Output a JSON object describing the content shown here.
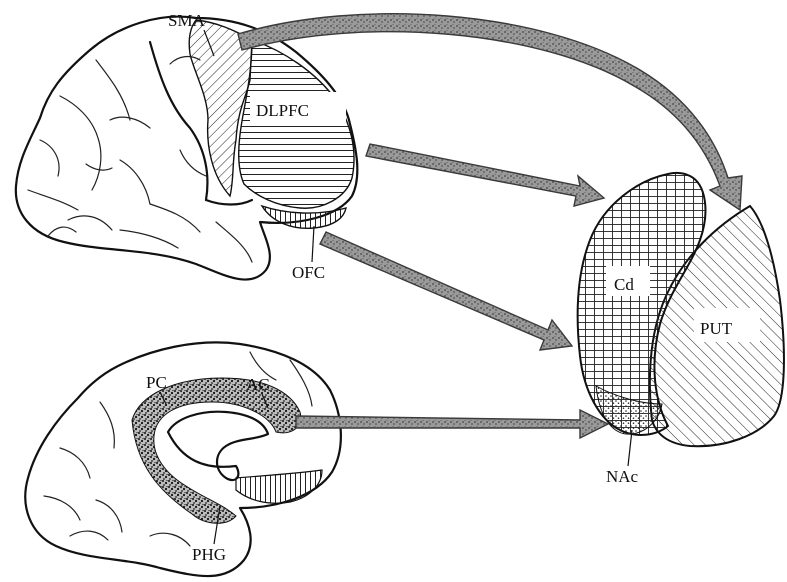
{
  "labels": {
    "sma": "SMA",
    "dlpfc": "DLPFC",
    "ofc": "OFC",
    "pc": "PC",
    "ac": "AC",
    "phg": "PHG",
    "cd": "Cd",
    "put": "PUT",
    "nac": "NAc"
  },
  "colors": {
    "ink": "#111111",
    "arrow_fill": "#8a8a8a",
    "arrow_edge": "#3a3a3a",
    "background": "#ffffff"
  }
}
